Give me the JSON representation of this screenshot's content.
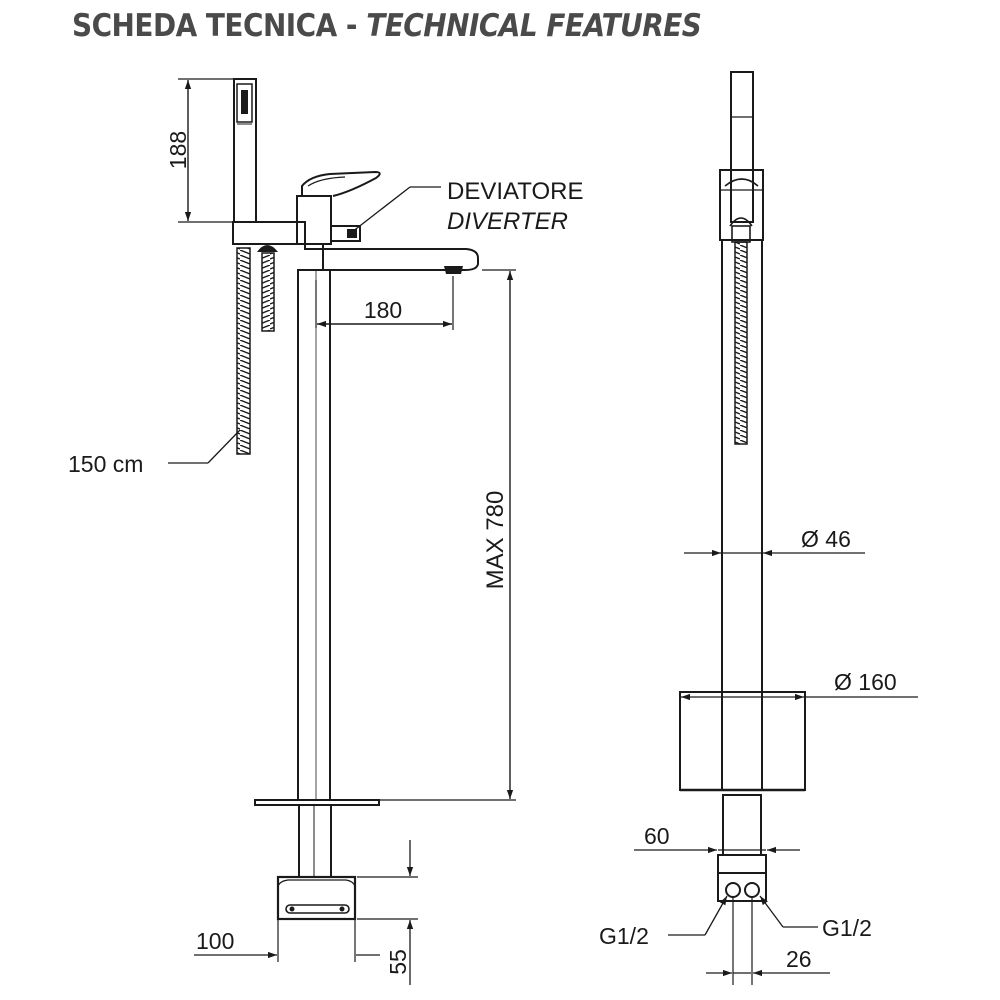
{
  "title": {
    "main": "SCHEDA TECNICA",
    "separator": " - ",
    "sub": "TECHNICAL FEATURES"
  },
  "labels": {
    "diverter_it": "DEVIATORE",
    "diverter_en": "DIVERTER",
    "hose_length": "150 cm"
  },
  "dimensions": {
    "handshower_height": "188",
    "spout_reach": "180",
    "max_height": "MAX 780",
    "pipe_diameter": "Ø 46",
    "base_diameter": "Ø 160",
    "base_width": "100",
    "base_height": "55",
    "connector_width": "60",
    "inlet_left": "G1/2",
    "inlet_right": "G1/2",
    "inlet_spacing": "26"
  }
}
